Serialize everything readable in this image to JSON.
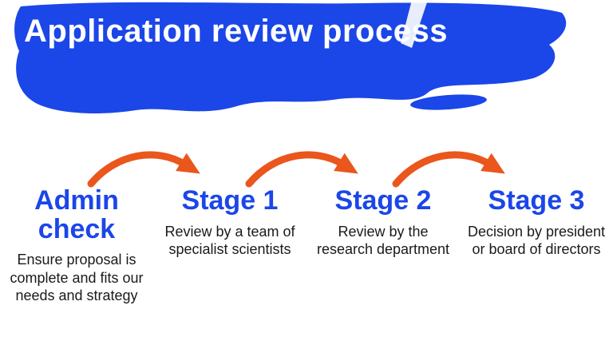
{
  "slide": {
    "title": "Application review process",
    "stages": [
      {
        "heading": "Admin check",
        "description": "Ensure proposal is complete and fits our needs and strategy"
      },
      {
        "heading": "Stage 1",
        "description": "Review by a team of specialist scientists"
      },
      {
        "heading": "Stage 2",
        "description": "Review by the research department"
      },
      {
        "heading": "Stage 3",
        "description": "Decision by president or board of directors"
      }
    ],
    "icons": {
      "arrow": "curved-arrow-right-icon",
      "header_shape": "brush-stroke-shape"
    },
    "colors": {
      "brand_blue": "#1b46e8",
      "accent_orange": "#ea561b",
      "text_dark": "#1a1a1a",
      "background": "#ffffff"
    }
  }
}
